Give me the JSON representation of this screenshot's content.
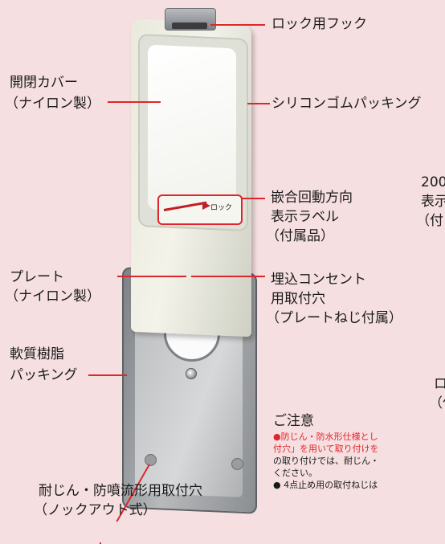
{
  "labels": {
    "lock_hook": "ロック用フック",
    "cover_line1": "開閉カバー",
    "cover_line2": "（ナイロン製）",
    "silicone": "シリコンゴムパッキング",
    "rotation_line1": "嵌合回動方向",
    "rotation_line2": "表示ラベル",
    "rotation_line3": "（付属品）",
    "plate_line1": "プレート",
    "plate_line2": "（ナイロン製）",
    "mount_line1": "埋込コンセント",
    "mount_line2": "用取付穴",
    "mount_line3": "（プレートねじ付属）",
    "soft_line1": "軟質樹脂",
    "soft_line2": "パッキング",
    "dust_line1": "耐じん・防噴流形用取付穴",
    "dust_line2": "（ノックアウト式）",
    "lock_label_text": "ロック"
  },
  "cutoff": {
    "text_200": "200",
    "display": "表示",
    "attached": "（付",
    "lo": "ロ",
    "attached2": "（付"
  },
  "notice": {
    "title": "ご注意",
    "item1_red_a": "●防じん・防水形仕様とし",
    "item1_red_b": "付穴」を用いて取り付けを",
    "item1_b": "の取り付けでは、耐じん・",
    "item1_c": "ください。",
    "item2": "● 4点止め用の取付ねじは"
  },
  "colors": {
    "background": "#f5dfe0",
    "leader": "#e0262d"
  }
}
